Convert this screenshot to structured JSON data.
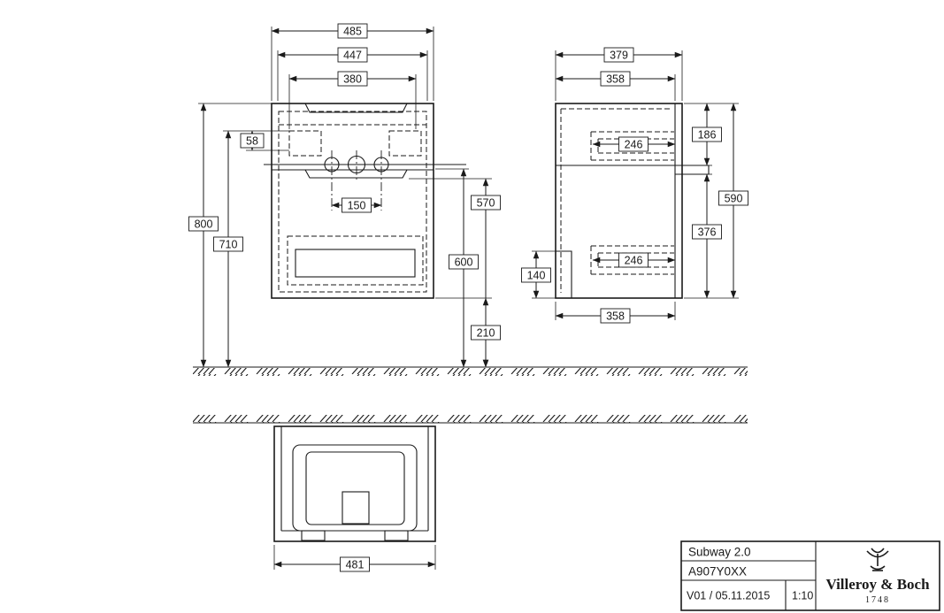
{
  "drawing": {
    "background": "#ffffff",
    "line_color": "#1a1a1a"
  },
  "front_view": {
    "dims": {
      "width_overall": "485",
      "width_447": "447",
      "width_380": "380",
      "offset_58": "58",
      "height_800": "800",
      "height_710": "710",
      "spacing_150": "150",
      "height_600": "600",
      "height_570": "570",
      "height_210": "210"
    }
  },
  "side_view": {
    "dims": {
      "depth_379": "379",
      "depth_358_top": "358",
      "height_186": "186",
      "height_590": "590",
      "height_376": "376",
      "depth_246_top": "246",
      "depth_246_bottom": "246",
      "height_140": "140",
      "depth_358_bottom": "358"
    }
  },
  "bottom_view": {
    "dims": {
      "width_481": "481"
    }
  },
  "title_block": {
    "product": "Subway 2.0",
    "article": "A907Y0XX",
    "version": "V01 / 05.11.2015",
    "scale": "1:10",
    "brand": "Villeroy & Boch",
    "established": "1748"
  }
}
